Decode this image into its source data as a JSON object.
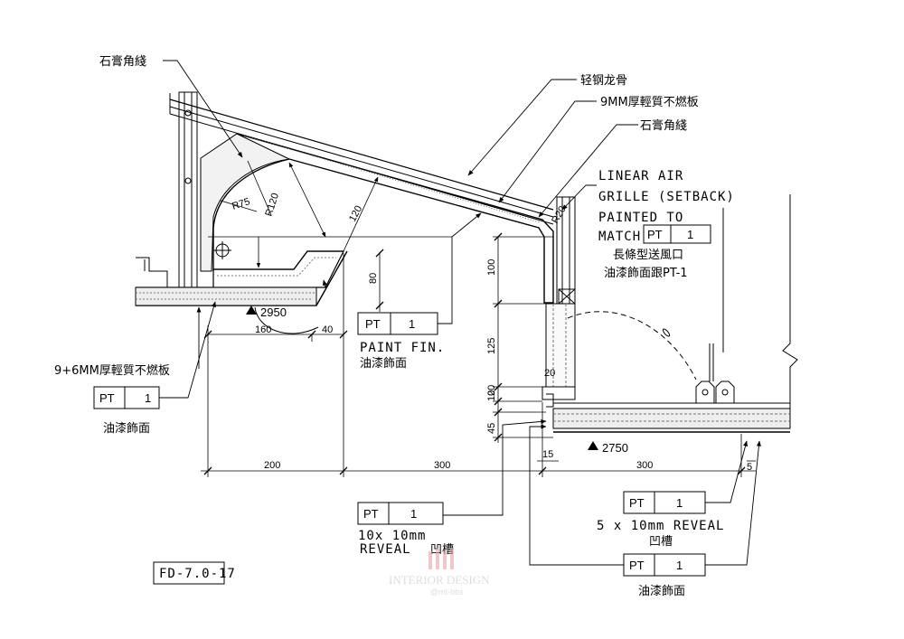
{
  "callouts": {
    "gypsum_cornice_top": "石膏角綫",
    "light_steel_keel": "轻钢龙骨",
    "board_9mm": "9MM厚輕質不燃板",
    "gypsum_cornice_right": "石膏角綫",
    "grille_line1": "LINEAR AIR",
    "grille_line2": "GRILLE (SETBACK)",
    "grille_line3": "PAINTED TO",
    "grille_line4": "MATCH",
    "grille_cn1": "長條型送風口",
    "grille_cn2": "油漆飾面跟PT-1",
    "board_9_6mm": "9+6MM厚輕質不燃板",
    "paint_fin": "PAINT FIN.",
    "paint_fin_cn": "油漆飾面",
    "finish_cn_left": "油漆飾面",
    "reveal_10x10_1": "10x 10mm",
    "reveal_10x10_2": "REVEAL",
    "reveal_cn_1": "凹槽",
    "reveal_5x10": "5 x 10mm  REVEAL",
    "reveal_cn_2": "凹槽",
    "finish_cn_bottom": "油漆飾面",
    "drawing_ref": "FD-7.0-17"
  },
  "tags": {
    "code": "PT",
    "number": "1"
  },
  "levels": {
    "ceiling_upper": "2950",
    "ceiling_lower": "2750"
  },
  "dimensions": {
    "d200": "200",
    "d300a": "300",
    "d300b": "300",
    "d160": "160",
    "d40": "40",
    "d80": "80",
    "d100": "100",
    "d125": "125",
    "d20a": "20",
    "d10": "10",
    "d20b": "20",
    "d45": "45",
    "d15": "15",
    "d5": "5",
    "r75": "R75",
    "r120": "R120",
    "d120": "120",
    "r20": "R20"
  },
  "watermark": {
    "main": "INTERIOR DESIGN",
    "sub": "@mt-bbs"
  }
}
